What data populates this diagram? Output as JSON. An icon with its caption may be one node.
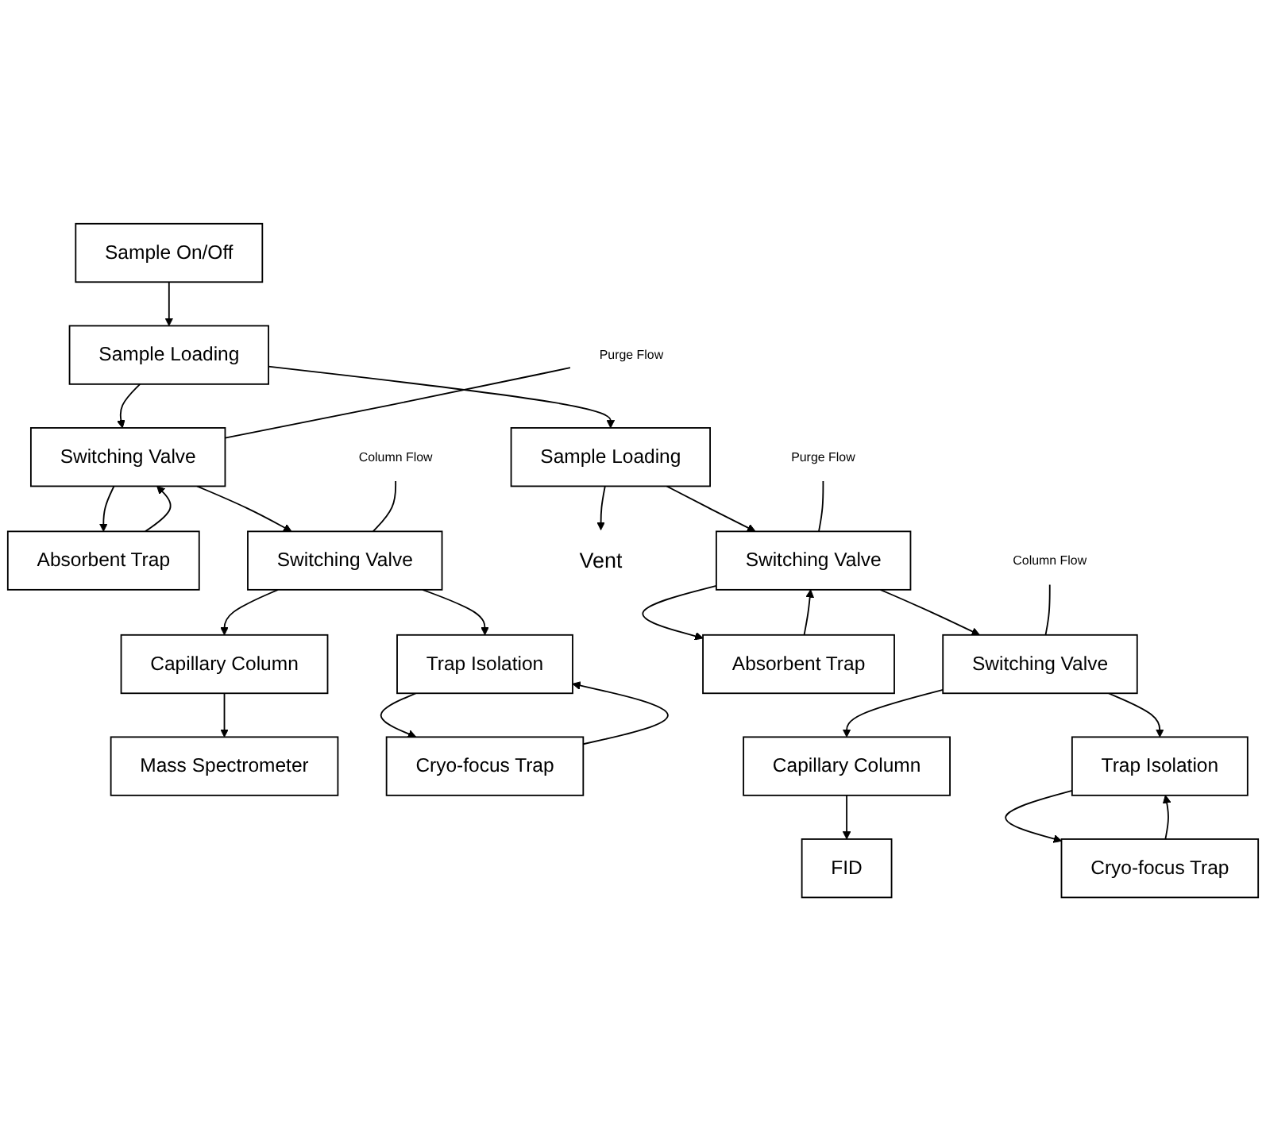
{
  "diagram": {
    "nodes": [
      {
        "text": [
          "Sample On/Off"
        ]
      },
      {
        "text": [
          "Sample Loading"
        ]
      },
      {
        "text": [
          "Sample Loading"
        ]
      },
      {
        "text": [
          "Vent"
        ]
      },
      {
        "text": [
          "Purge Flow"
        ]
      },
      {
        "text": [
          "Absorbent Trap"
        ]
      },
      {
        "text": [
          "Switching Valve"
        ]
      },
      {
        "text": [
          "Purge Flow"
        ]
      },
      {
        "text": [
          "Switching Valve"
        ]
      },
      {
        "text": [
          "Absorbent Trap"
        ]
      },
      {
        "text": [
          "Column Flow"
        ]
      },
      {
        "text": [
          "Capillary Column"
        ]
      },
      {
        "text": [
          "Switching Valve"
        ]
      },
      {
        "text": [
          "Column Flow"
        ]
      },
      {
        "text": [
          "Switching Valve"
        ]
      },
      {
        "text": [
          "Capillary Column"
        ]
      },
      {
        "text": [
          "Mass Spectrometer"
        ]
      },
      {
        "text": [
          "Trap Isolation"
        ]
      },
      {
        "text": [
          "Trap Isolation"
        ]
      },
      {
        "text": [
          "FID"
        ]
      },
      {
        "text": [
          "Cryo-focus Trap"
        ]
      },
      {
        "text": [
          "Cryo-focus Trap"
        ]
      }
    ],
    "edges": [
      {
        "from": 0,
        "to": 1,
        "arrow": "to"
      },
      {
        "from": 1,
        "to": 2,
        "arrow": "to"
      },
      {
        "from": 2,
        "to": 3,
        "arrow": "to"
      },
      {
        "from": 1,
        "to": 6,
        "arrow": "to"
      },
      {
        "from": 4,
        "to": 6,
        "arrow": "none"
      },
      {
        "from": 6,
        "to": 5,
        "arrow": "to"
      },
      {
        "from": 5,
        "to": 6,
        "arrow": "to"
      },
      {
        "from": 2,
        "to": 8,
        "arrow": "to"
      },
      {
        "from": 7,
        "to": 8,
        "arrow": "none"
      },
      {
        "from": 8,
        "to": 9,
        "arrow": "to"
      },
      {
        "from": 9,
        "to": 8,
        "arrow": "to"
      },
      {
        "from": 6,
        "to": 12,
        "arrow": "to"
      },
      {
        "from": 10,
        "to": 12,
        "arrow": "none"
      },
      {
        "from": 12,
        "to": 11,
        "arrow": "to"
      },
      {
        "from": 11,
        "to": 16,
        "arrow": "to"
      },
      {
        "from": 12,
        "to": 17,
        "arrow": "to"
      },
      {
        "from": 20,
        "to": 17,
        "arrow": "to"
      },
      {
        "from": 17,
        "to": 20,
        "arrow": "to"
      },
      {
        "from": 8,
        "to": 14,
        "arrow": "to"
      },
      {
        "from": 13,
        "to": 14,
        "arrow": "none"
      },
      {
        "from": 14,
        "to": 15,
        "arrow": "to"
      },
      {
        "from": 15,
        "to": 19,
        "arrow": "to"
      },
      {
        "from": 14,
        "to": 18,
        "arrow": "to"
      },
      {
        "from": 18,
        "to": 21,
        "arrow": "to"
      },
      {
        "from": 21,
        "to": 18,
        "arrow": "to"
      }
    ]
  }
}
